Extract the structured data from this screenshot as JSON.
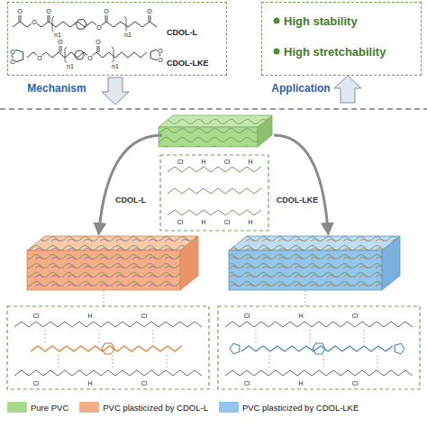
{
  "diagram": {
    "nodes": [
      {
        "text": [
          "CDOL-L",
          "CDOL-LKE"
        ]
      },
      {
        "text": [
          "High stability",
          "High stretchability"
        ]
      }
    ],
    "labels": [
      "Mechanism",
      "Application",
      "CDOL-L",
      "CDOL-LKE",
      "O",
      "O",
      "O",
      "n1",
      "O",
      "O",
      "n1",
      "O",
      "O",
      "O",
      "O",
      "O",
      "n1",
      "O",
      "O",
      "n1",
      "O",
      "O",
      "Cl",
      "H",
      "Cl",
      "H",
      "Cl",
      "H",
      "Cl",
      "H",
      "Cl",
      "H",
      "Cl",
      "Cl",
      "H",
      "Cl",
      "Cl",
      "H",
      "Cl",
      "Cl",
      "H",
      "Cl"
    ],
    "legend": [
      {
        "text": "Pure PVC",
        "color": "#a9d98c"
      },
      {
        "text": "PVC plasticized by CDOL-L",
        "color": "#f4ad85"
      },
      {
        "text": "PVC plasticized by CDOL-LKE",
        "color": "#93c4ec"
      }
    ]
  }
}
